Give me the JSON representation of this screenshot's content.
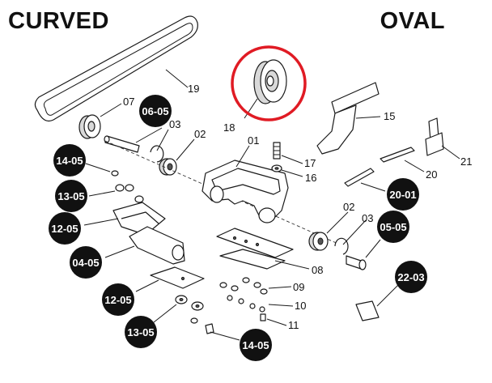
{
  "headers": {
    "left": "CURVED",
    "right": "OVAL"
  },
  "highlight_color": "#e01b24",
  "part_numbers": {
    "n01": "01",
    "n02a": "02",
    "n02b": "02",
    "n03a": "03",
    "n03b": "03",
    "n07": "07",
    "n08": "08",
    "n09": "09",
    "n10": "10",
    "n11": "11",
    "n15": "15",
    "n16": "16",
    "n17": "17",
    "n18": "18",
    "n19": "19",
    "n20": "20",
    "n21": "21"
  },
  "badges": {
    "b0605": "06-05",
    "b1405a": "14-05",
    "b1305a": "13-05",
    "b1205a": "12-05",
    "b0405": "04-05",
    "b1205b": "12-05",
    "b1305b": "13-05",
    "b1405b": "14-05",
    "b2001": "20-01",
    "b0505": "05-05",
    "b2203": "22-03"
  }
}
